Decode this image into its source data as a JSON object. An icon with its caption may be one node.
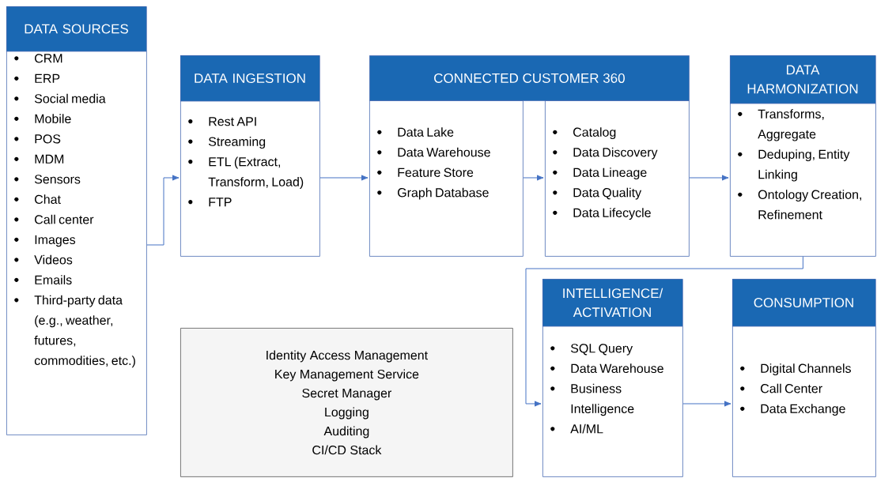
{
  "diagram": {
    "nodes": [
      {
        "text": [
          "DATA SOURCES",
          "CRM",
          "ERP",
          "Social media",
          "Mobile",
          "POS",
          "MDM",
          "Sensors",
          "Chat",
          "Call center",
          "Images",
          "Videos",
          "Emails",
          "Third-party data (e.g., weather, futures, commodities, etc.)"
        ]
      },
      {
        "text": [
          "DATA INGESTION",
          "Rest API",
          "Streaming",
          "ETL (Extract, Transform, Load)",
          "FTP"
        ]
      },
      {
        "text": [
          "CONNECTED CUSTOMER 360"
        ]
      },
      {
        "text": [
          "Data Lake",
          "Data Warehouse",
          "Feature Store",
          "Graph Database"
        ]
      },
      {
        "text": [
          "Catalog",
          "Data Discovery",
          "Data Lineage",
          "Data Quality",
          "Data Lifecycle"
        ]
      },
      {
        "text": [
          "DATA HARMONIZATION",
          "Transforms, Aggregate",
          "Deduping, Entity Linking",
          "Ontology Creation, Refinement"
        ]
      },
      {
        "text": [
          "INTELLIGENCE/ ACTIVATION",
          "SQL Query",
          "Data Warehouse",
          "Business Intelligence",
          "AI/ML"
        ]
      },
      {
        "text": [
          "CONSUMPTION",
          "Digital Channels",
          "Call Center",
          "Data Exchange"
        ]
      },
      {
        "text": [
          "Identity Access Management",
          "Key Management Service",
          "Secret Manager",
          "Logging",
          "Auditing",
          "CI/CD Stack"
        ]
      }
    ],
    "edges": [
      {
        "from": 0,
        "to": 1,
        "arrow": "to"
      },
      {
        "from": 1,
        "to": 3,
        "arrow": "to"
      },
      {
        "from": 3,
        "to": 4,
        "arrow": "to"
      },
      {
        "from": 4,
        "to": 5,
        "arrow": "to"
      },
      {
        "from": 5,
        "to": 6,
        "arrow": "to"
      },
      {
        "from": 6,
        "to": 7,
        "arrow": "to"
      }
    ]
  }
}
